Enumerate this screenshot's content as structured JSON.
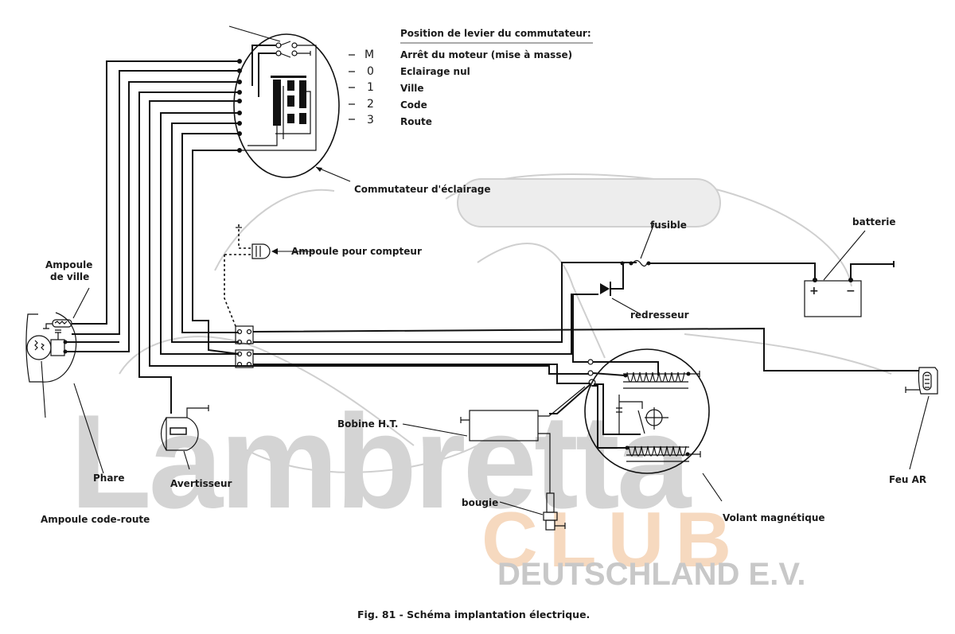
{
  "figure": {
    "caption": "Fig. 81 - Schéma implantation électrique."
  },
  "watermark": {
    "brand": "Lambretta",
    "club": "CLUB",
    "country": "DEUTSCHLAND E.V.",
    "colors": {
      "brand": "#d4d4d4",
      "club": "#f6d9bf",
      "country": "#c8c8c8"
    }
  },
  "switch_legend": {
    "title": "Position de levier du commutateur:",
    "positions": [
      {
        "code": "M",
        "label": "Arrêt du moteur (mise à masse)"
      },
      {
        "code": "0",
        "label": "Eclairage nul"
      },
      {
        "code": "1",
        "label": "Ville"
      },
      {
        "code": "2",
        "label": "Code"
      },
      {
        "code": "3",
        "label": "Route"
      }
    ]
  },
  "labels": {
    "commutateur": "Commutateur d'éclairage",
    "ampoule_compteur": "Ampoule pour compteur",
    "ampoule_ville_1": "Ampoule",
    "ampoule_ville_2": "de ville",
    "phare": "Phare",
    "ampoule_code_route": "Ampoule code-route",
    "avertisseur": "Avertisseur",
    "bobine": "Bobine H.T.",
    "bougie": "bougie",
    "fusible": "fusible",
    "redresseur": "redresseur",
    "batterie": "batterie",
    "volant": "Volant magnétique",
    "feu_ar": "Feu AR",
    "battery_plus": "+",
    "battery_minus": "−"
  }
}
